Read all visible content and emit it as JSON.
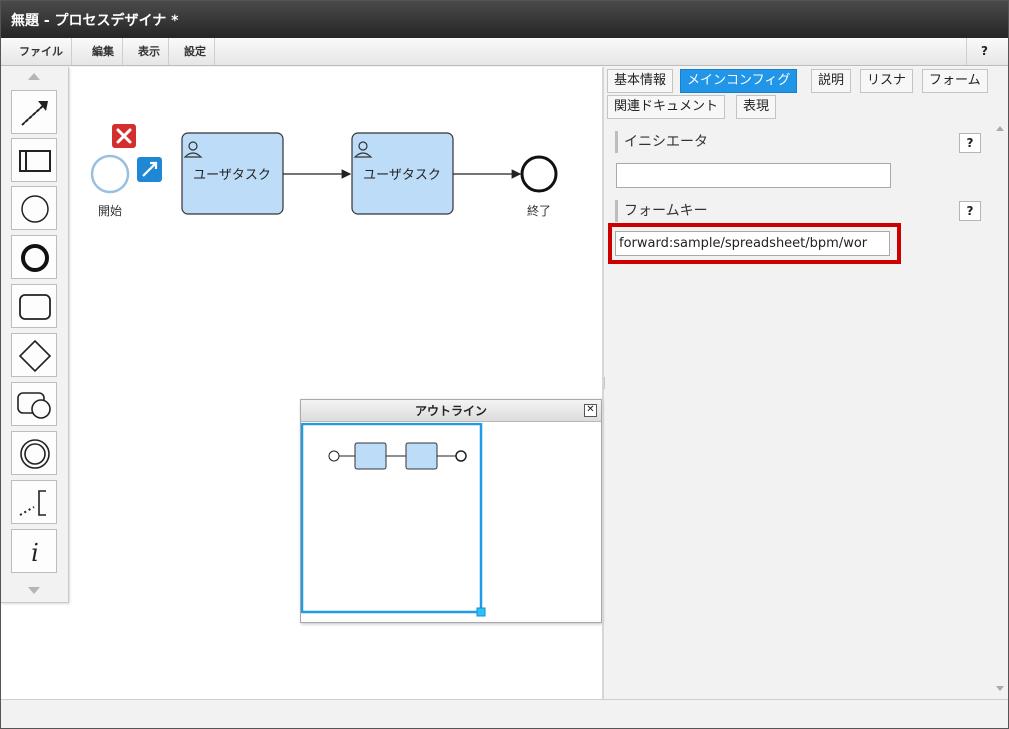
{
  "window": {
    "title": "無題 - プロセスデザイナ *"
  },
  "menu": {
    "items": [
      "ファイル",
      "編集",
      "表示",
      "設定"
    ],
    "help": "?"
  },
  "palette": {
    "tools": [
      {
        "name": "connection-tool-icon"
      },
      {
        "name": "pool-tool-icon"
      },
      {
        "name": "start-event-tool-icon"
      },
      {
        "name": "end-event-tool-icon"
      },
      {
        "name": "task-tool-icon"
      },
      {
        "name": "gateway-tool-icon"
      },
      {
        "name": "subprocess-tool-icon"
      },
      {
        "name": "intermediate-event-tool-icon"
      },
      {
        "name": "annotation-tool-icon"
      },
      {
        "name": "info-tool-icon"
      }
    ]
  },
  "diagram": {
    "start_label": "開始",
    "task1_label": "ユーザタスク",
    "task2_label": "ユーザタスク",
    "end_label": "終了"
  },
  "outline": {
    "title": "アウトライン"
  },
  "panel": {
    "tabs_row1": [
      "基本情報",
      "メインコンフィグ",
      "説明",
      "リスナ",
      "フォーム"
    ],
    "tabs_row2": [
      "関連ドキュメント",
      "表現"
    ],
    "active_tab": "メインコンフィグ",
    "initiator": {
      "label": "イニシエータ",
      "value": ""
    },
    "form_key": {
      "label": "フォームキー",
      "value": "forward:sample/spreadsheet/bpm/wor"
    },
    "help": "?"
  },
  "colors": {
    "task_fill": "#bcdcf8",
    "accent": "#2196e8",
    "highlight": "#cc0000",
    "delete": "#d32f2f"
  }
}
